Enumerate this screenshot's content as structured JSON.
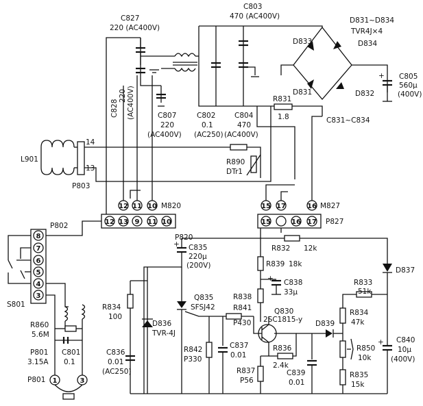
{
  "capacitors": {
    "c827": {
      "ref": "C827",
      "val": "220 (AC400V)"
    },
    "c803": {
      "ref": "C803",
      "val": "470 (AC400V)"
    },
    "c828": {
      "ref": "C828",
      "val": "220",
      "rating": "(AC400V)"
    },
    "c807": {
      "ref": "C807",
      "val": "220",
      "rating": "(AC400V)"
    },
    "c802": {
      "ref": "C802",
      "val": "0.1",
      "rating": "(AC250)"
    },
    "c804": {
      "ref": "C804",
      "val": "470",
      "rating": "(AC400V)"
    },
    "c805": {
      "ref": "C805",
      "val": "560µ",
      "rating": "(400V)"
    },
    "c835": {
      "ref": "C835",
      "val": "220µ",
      "rating": "(200V)"
    },
    "c838": {
      "ref": "C838",
      "val": "33µ"
    },
    "c836": {
      "ref": "C836",
      "val": "0.01",
      "rating": "(AC250)"
    },
    "c837": {
      "ref": "C837",
      "val": "0.01"
    },
    "c839": {
      "ref": "C839",
      "val": "0.01"
    },
    "c840": {
      "ref": "C840",
      "val": "10µ",
      "rating": "(400V)"
    },
    "c801": {
      "ref": "C801",
      "val": "0.1"
    },
    "c831_834": {
      "ref": "C831~C834"
    }
  },
  "diodes": {
    "bridge_title": "D831~D834",
    "bridge_type": "TVR4J×4",
    "d831": "D831",
    "d832": "D832",
    "d833": "D833",
    "d834": "D834",
    "d836": {
      "ref": "D836",
      "type": "TVR-4J"
    },
    "d837": "D837",
    "d839": "D839"
  },
  "resistors": {
    "r831": {
      "ref": "R831",
      "val": "1.8"
    },
    "r890": {
      "ref": "R890",
      "val": "DTr1"
    },
    "r832": {
      "ref": "R832",
      "val": "12k"
    },
    "r839": {
      "ref": "R839",
      "val": "18k"
    },
    "r838": "R838",
    "r841": {
      "ref": "R841",
      "val": "P430"
    },
    "r842": {
      "ref": "R842",
      "val": "P330"
    },
    "r836": {
      "ref": "R836",
      "val": "2.4k"
    },
    "r837": {
      "ref": "R837",
      "val": "P56"
    },
    "r834": {
      "ref": "R834",
      "val": "100"
    },
    "r833": {
      "ref": "R833",
      "val": "51k"
    },
    "r834b": {
      "ref": "R834",
      "val": "47k"
    },
    "r850": {
      "ref": "R850",
      "val": "10k"
    },
    "r835": {
      "ref": "R835",
      "val": "15k"
    },
    "r860": {
      "ref": "R860",
      "val": "5.6M"
    }
  },
  "transistors": {
    "q835": {
      "ref": "Q835",
      "type": "SFSJ42"
    },
    "q830": {
      "ref": "Q830",
      "type": "2SC1815-y"
    }
  },
  "connectors": {
    "l901": "L901",
    "p803": {
      "ref": "P803",
      "pin_top": "14",
      "pin_bot": "13"
    },
    "m820": {
      "ref": "M820",
      "pins": [
        "12",
        "11",
        "10"
      ]
    },
    "p820": {
      "ref": "P820",
      "pins": [
        "12",
        "13",
        "9",
        "11",
        "10"
      ]
    },
    "m827": {
      "ref": "M827",
      "pins": [
        "15",
        "17",
        "16"
      ]
    },
    "p827": {
      "ref": "P827",
      "pins": [
        "15",
        "",
        "16",
        "17"
      ]
    },
    "p802": {
      "ref": "P802",
      "pins": [
        "8",
        "7",
        "6",
        "5",
        "4",
        "3"
      ]
    },
    "s801": "S801",
    "p801_fuse": {
      "ref": "P801",
      "val": "3.15A"
    },
    "p801_plug": {
      "ref": "P801",
      "pins": [
        "1",
        "3"
      ]
    }
  }
}
